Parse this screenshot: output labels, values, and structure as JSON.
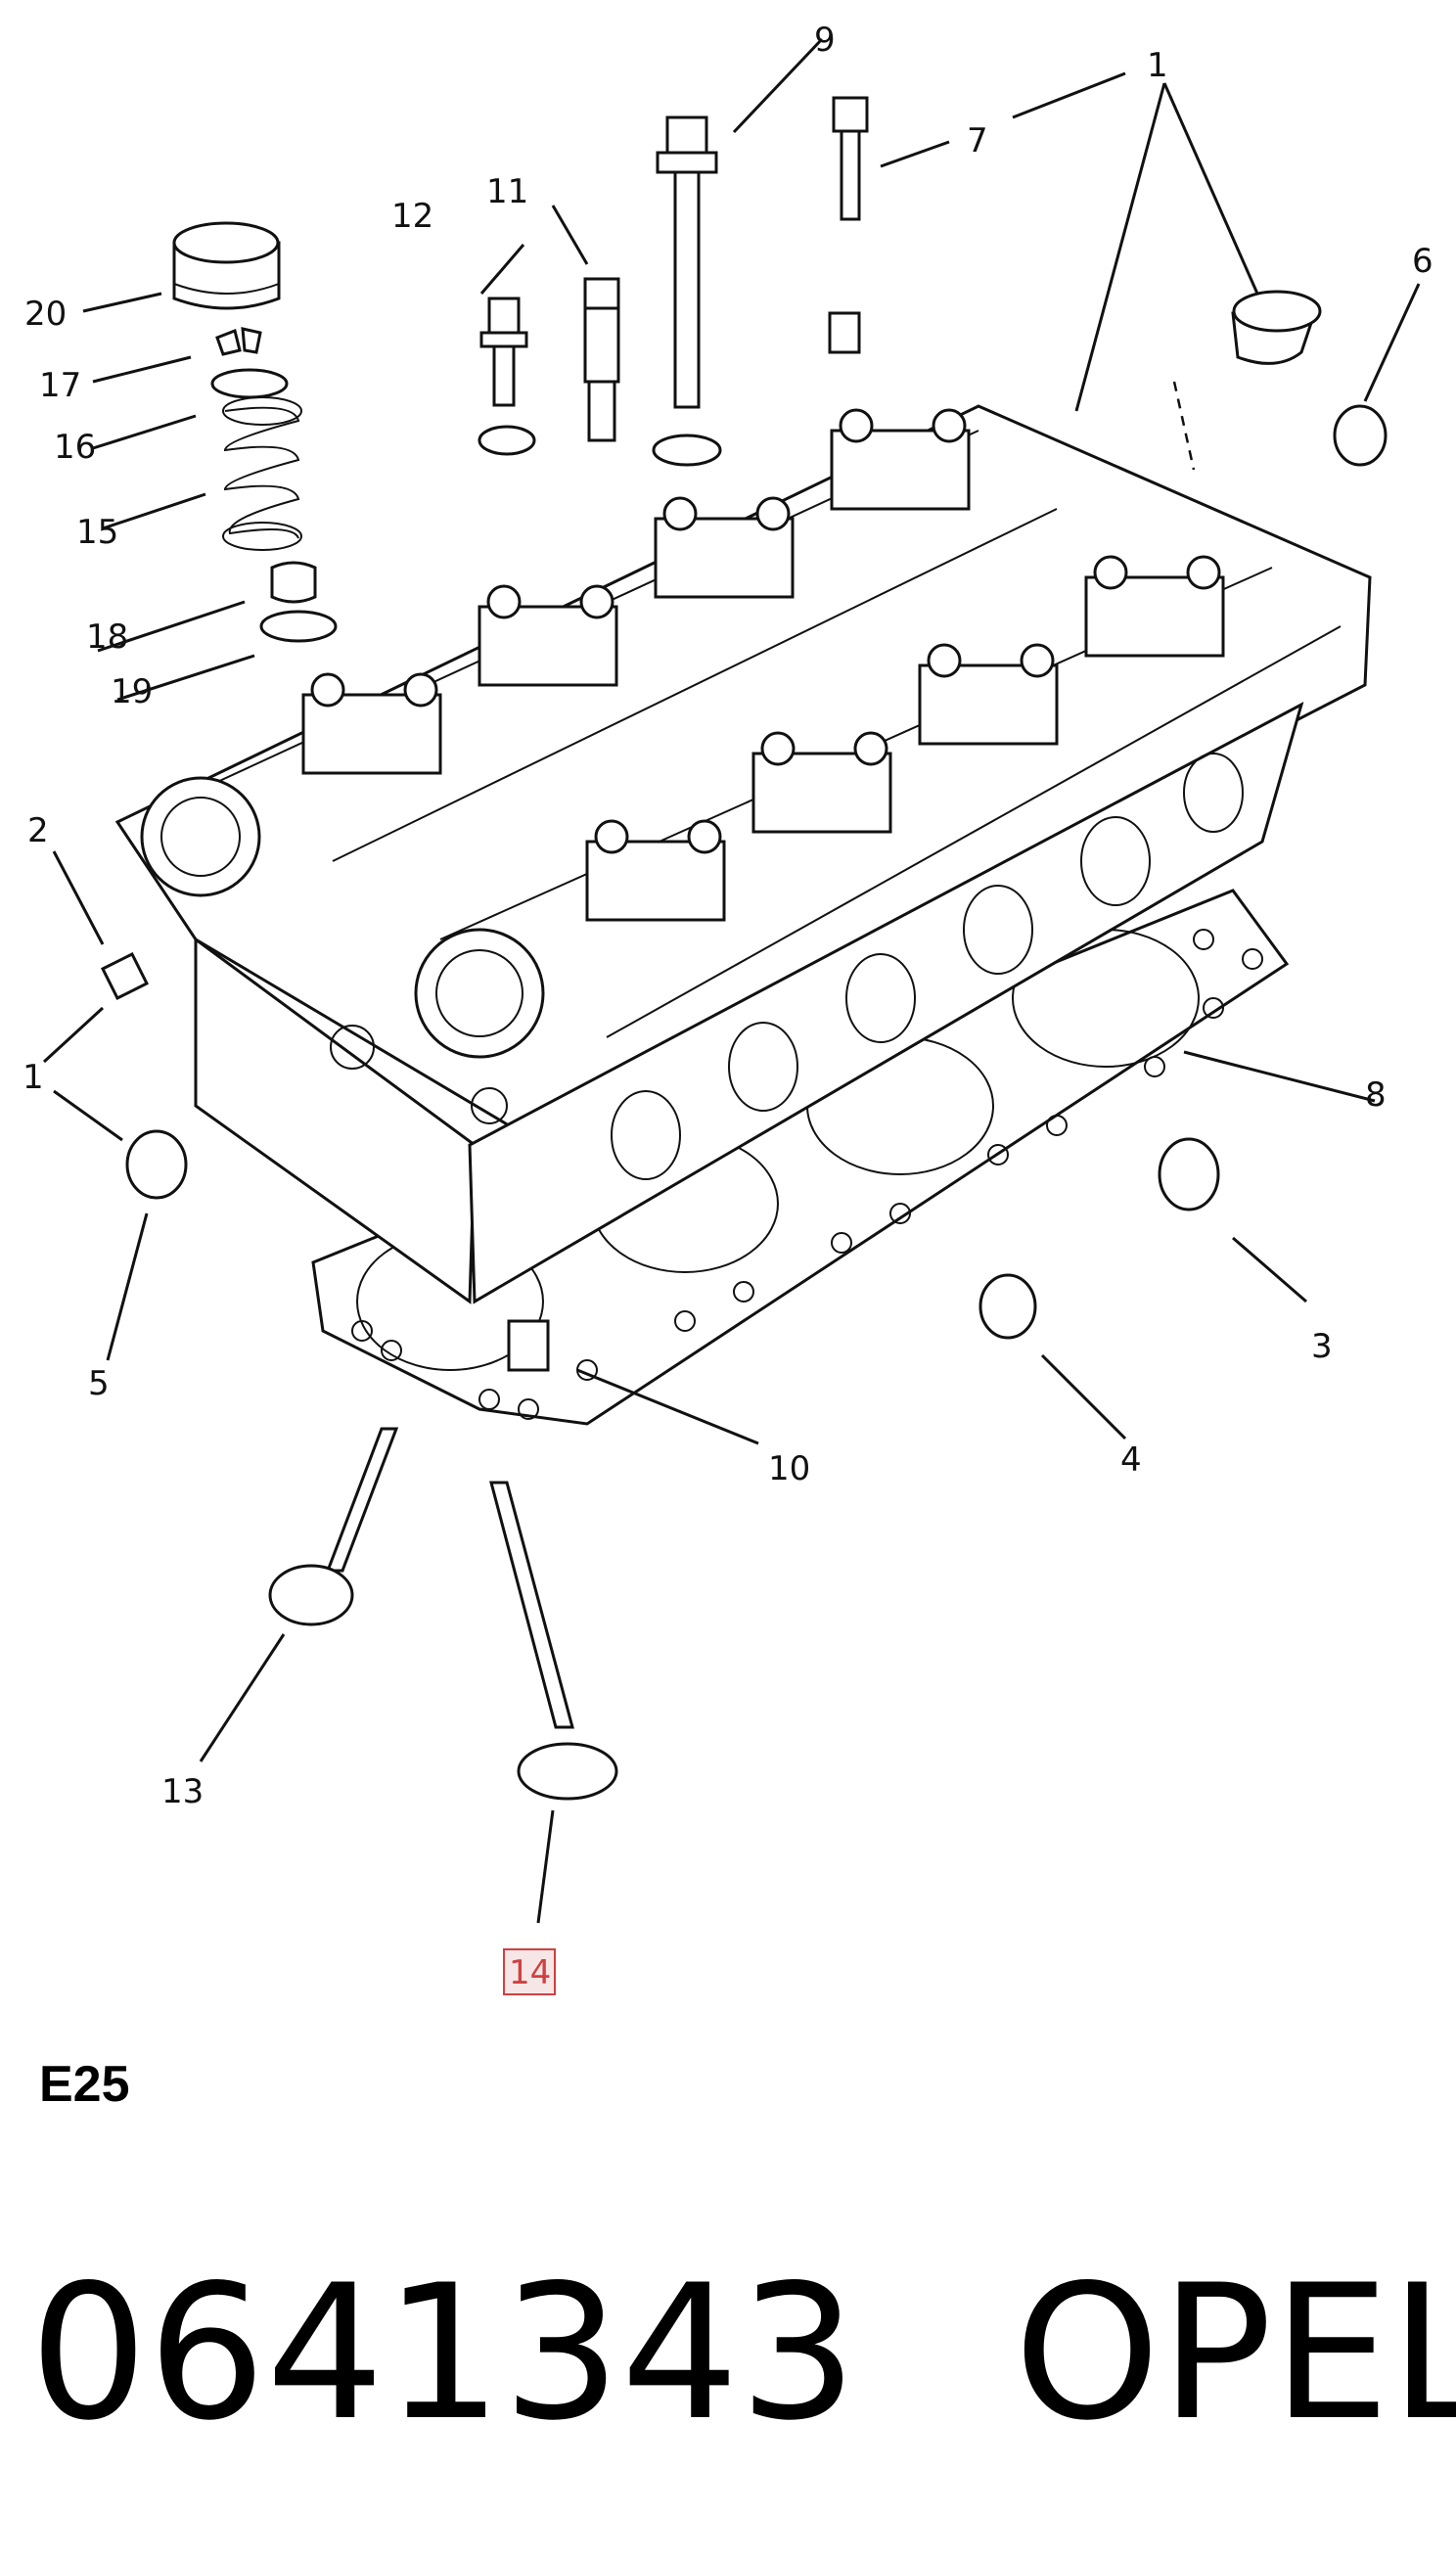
{
  "callouts": {
    "c1a": "1",
    "c1b": "1",
    "c2": "2",
    "c3": "3",
    "c4": "4",
    "c5": "5",
    "c6": "6",
    "c7": "7",
    "c8": "8",
    "c9": "9",
    "c10": "10",
    "c11": "11",
    "c12": "12",
    "c13": "13",
    "c14": "14",
    "c15": "15",
    "c16": "16",
    "c17": "17",
    "c18": "18",
    "c19": "19",
    "c20": "20"
  },
  "highlighted_callout": "14",
  "section_code": "E25",
  "footer": {
    "part_number": "0641343",
    "brand": "OPEL"
  },
  "colors": {
    "highlight_border": "#d04040",
    "highlight_fill": "#f6e6e6",
    "line": "#111111"
  }
}
